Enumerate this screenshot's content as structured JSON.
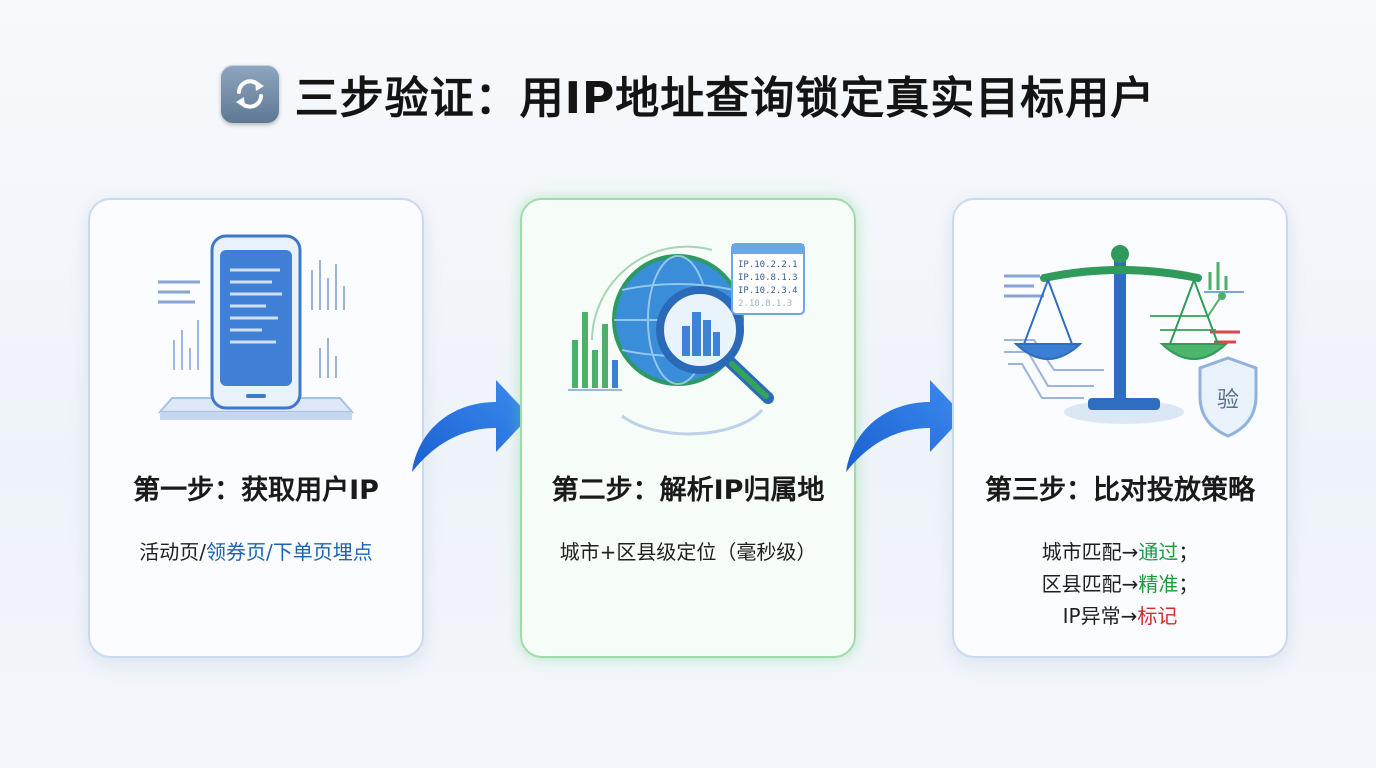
{
  "header": {
    "icon": "refresh-icon",
    "title": "三步验证：用IP地址查询锁定真实目标用户"
  },
  "steps": [
    {
      "title": "第一步：获取用户IP",
      "icon": "smartphone-icon",
      "desc_parts": [
        "活动页/",
        "领券页/",
        "下单页埋点"
      ]
    },
    {
      "title": "第二步：解析IP归属地",
      "icon": "globe-magnifier-icon",
      "ip_list": [
        "IP.10.2.2.1",
        "IP.10.8.1.3",
        "IP.10.2.3.4",
        "2.10.8.1.3"
      ],
      "desc": "城市+区县级定位（毫秒级）"
    },
    {
      "title": "第三步：比对投放策略",
      "icon": "scales-icon",
      "badge": "验",
      "lines": [
        {
          "prefix": "城市匹配→",
          "highlight": "通过",
          "suffix": "；"
        },
        {
          "prefix": "区县匹配→",
          "highlight": "精准",
          "suffix": "；"
        },
        {
          "prefix": "IP异常→",
          "highlight": "标记",
          "suffix": ""
        }
      ]
    }
  ],
  "colors": {
    "accent_blue": "#1c63b5",
    "accent_green": "#1f9a3e",
    "accent_red": "#d12f2f",
    "arrow_blue": "#2a7ae2"
  }
}
